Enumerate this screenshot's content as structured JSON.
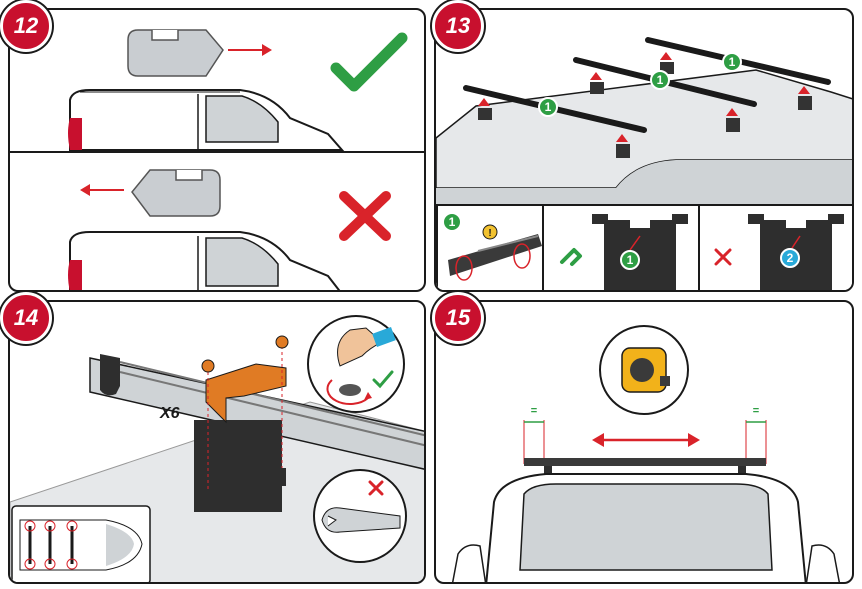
{
  "steps": {
    "s12": {
      "number": "12"
    },
    "s13": {
      "number": "13"
    },
    "s14": {
      "number": "14",
      "quantity": "X6"
    },
    "s15": {
      "number": "15"
    }
  },
  "markers": {
    "one": "1",
    "two": "2",
    "equal": "="
  },
  "colors": {
    "brand_red": "#c8102e",
    "ok_green": "#2e9e44",
    "wrong_red": "#d9232a",
    "bracket_orange": "#e07b24",
    "marker_blue": "#29a9d8"
  },
  "icons": [
    "check-icon",
    "cross-icon",
    "arrow-right-icon",
    "arrow-left-icon",
    "warning-icon",
    "tape-measure-icon",
    "wrench-icon",
    "rotate-arrow-icon"
  ]
}
